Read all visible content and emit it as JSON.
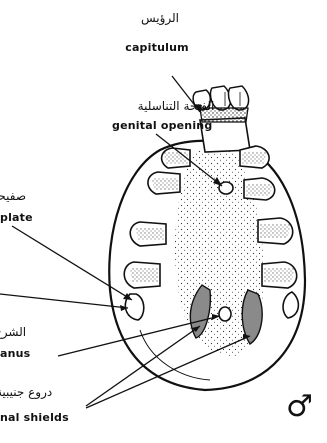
{
  "labels": {
    "capitulum_ar": "الرؤيس",
    "capitulum_en": "capitulum",
    "genital_ar": "الفتحة التناسلية",
    "genital_en": "genital opening",
    "plate_ar": "صفيحة",
    "plate_en": "plate",
    "anus_ar": "الشرج",
    "anus_en": "anus",
    "shields_ar": "دروع جنيبية",
    "shields_en": "nal shields",
    "male_symbol": "♂"
  },
  "colors": {
    "ink": "#111111",
    "stipple": "#333333",
    "paper": "#ffffff",
    "shield": "#8a8a8a"
  }
}
